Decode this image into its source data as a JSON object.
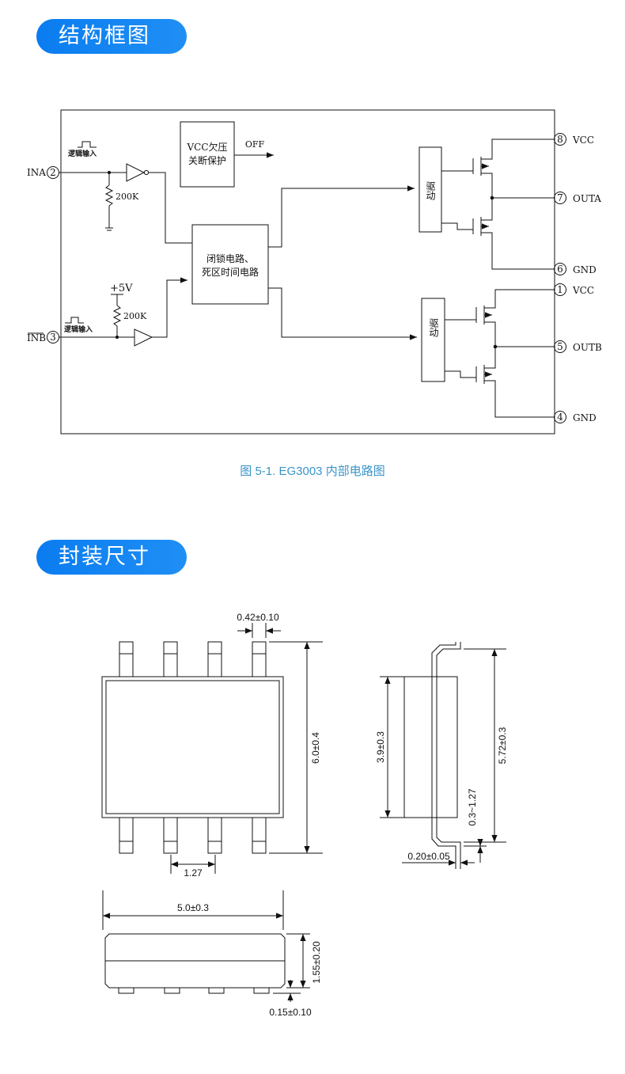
{
  "sections": {
    "block_title": "结构框图",
    "package_title": "封装尺寸"
  },
  "diagram": {
    "caption": "图 5-1. EG3003 内部电路图",
    "uvlo_line1": "VCC欠压",
    "uvlo_line2": "关断保护",
    "off_label": "OFF",
    "logic_line1": "闭锁电路、",
    "logic_line2": "死区时间电路",
    "driver_top": "驱动",
    "driver_bottom": "驱动",
    "logic_input_a": "逻辑输入",
    "logic_input_b": "逻辑输入",
    "res_a": "200K",
    "res_b": "200K",
    "supply": "+5V",
    "ina": "INA",
    "inb": "INB",
    "pins": [
      {
        "num": "8",
        "name": "VCC"
      },
      {
        "num": "7",
        "name": "OUTA"
      },
      {
        "num": "6",
        "name": "GND"
      },
      {
        "num": "1",
        "name": "VCC"
      },
      {
        "num": "5",
        "name": "OUTB"
      },
      {
        "num": "4",
        "name": "GND"
      },
      {
        "num": "2"
      },
      {
        "num": "3"
      }
    ]
  },
  "package": {
    "lead_width": "0.42±0.10",
    "total_width": "6.0±0.4",
    "pitch": "1.27",
    "body_width": "3.9±0.3",
    "height": "5.72±0.3",
    "foot_length": "0.3~1.27",
    "lead_thickness": "0.20±0.05",
    "body_length": "5.0±0.3",
    "body_height": "1.55±0.20",
    "standoff": "0.15±0.10"
  }
}
